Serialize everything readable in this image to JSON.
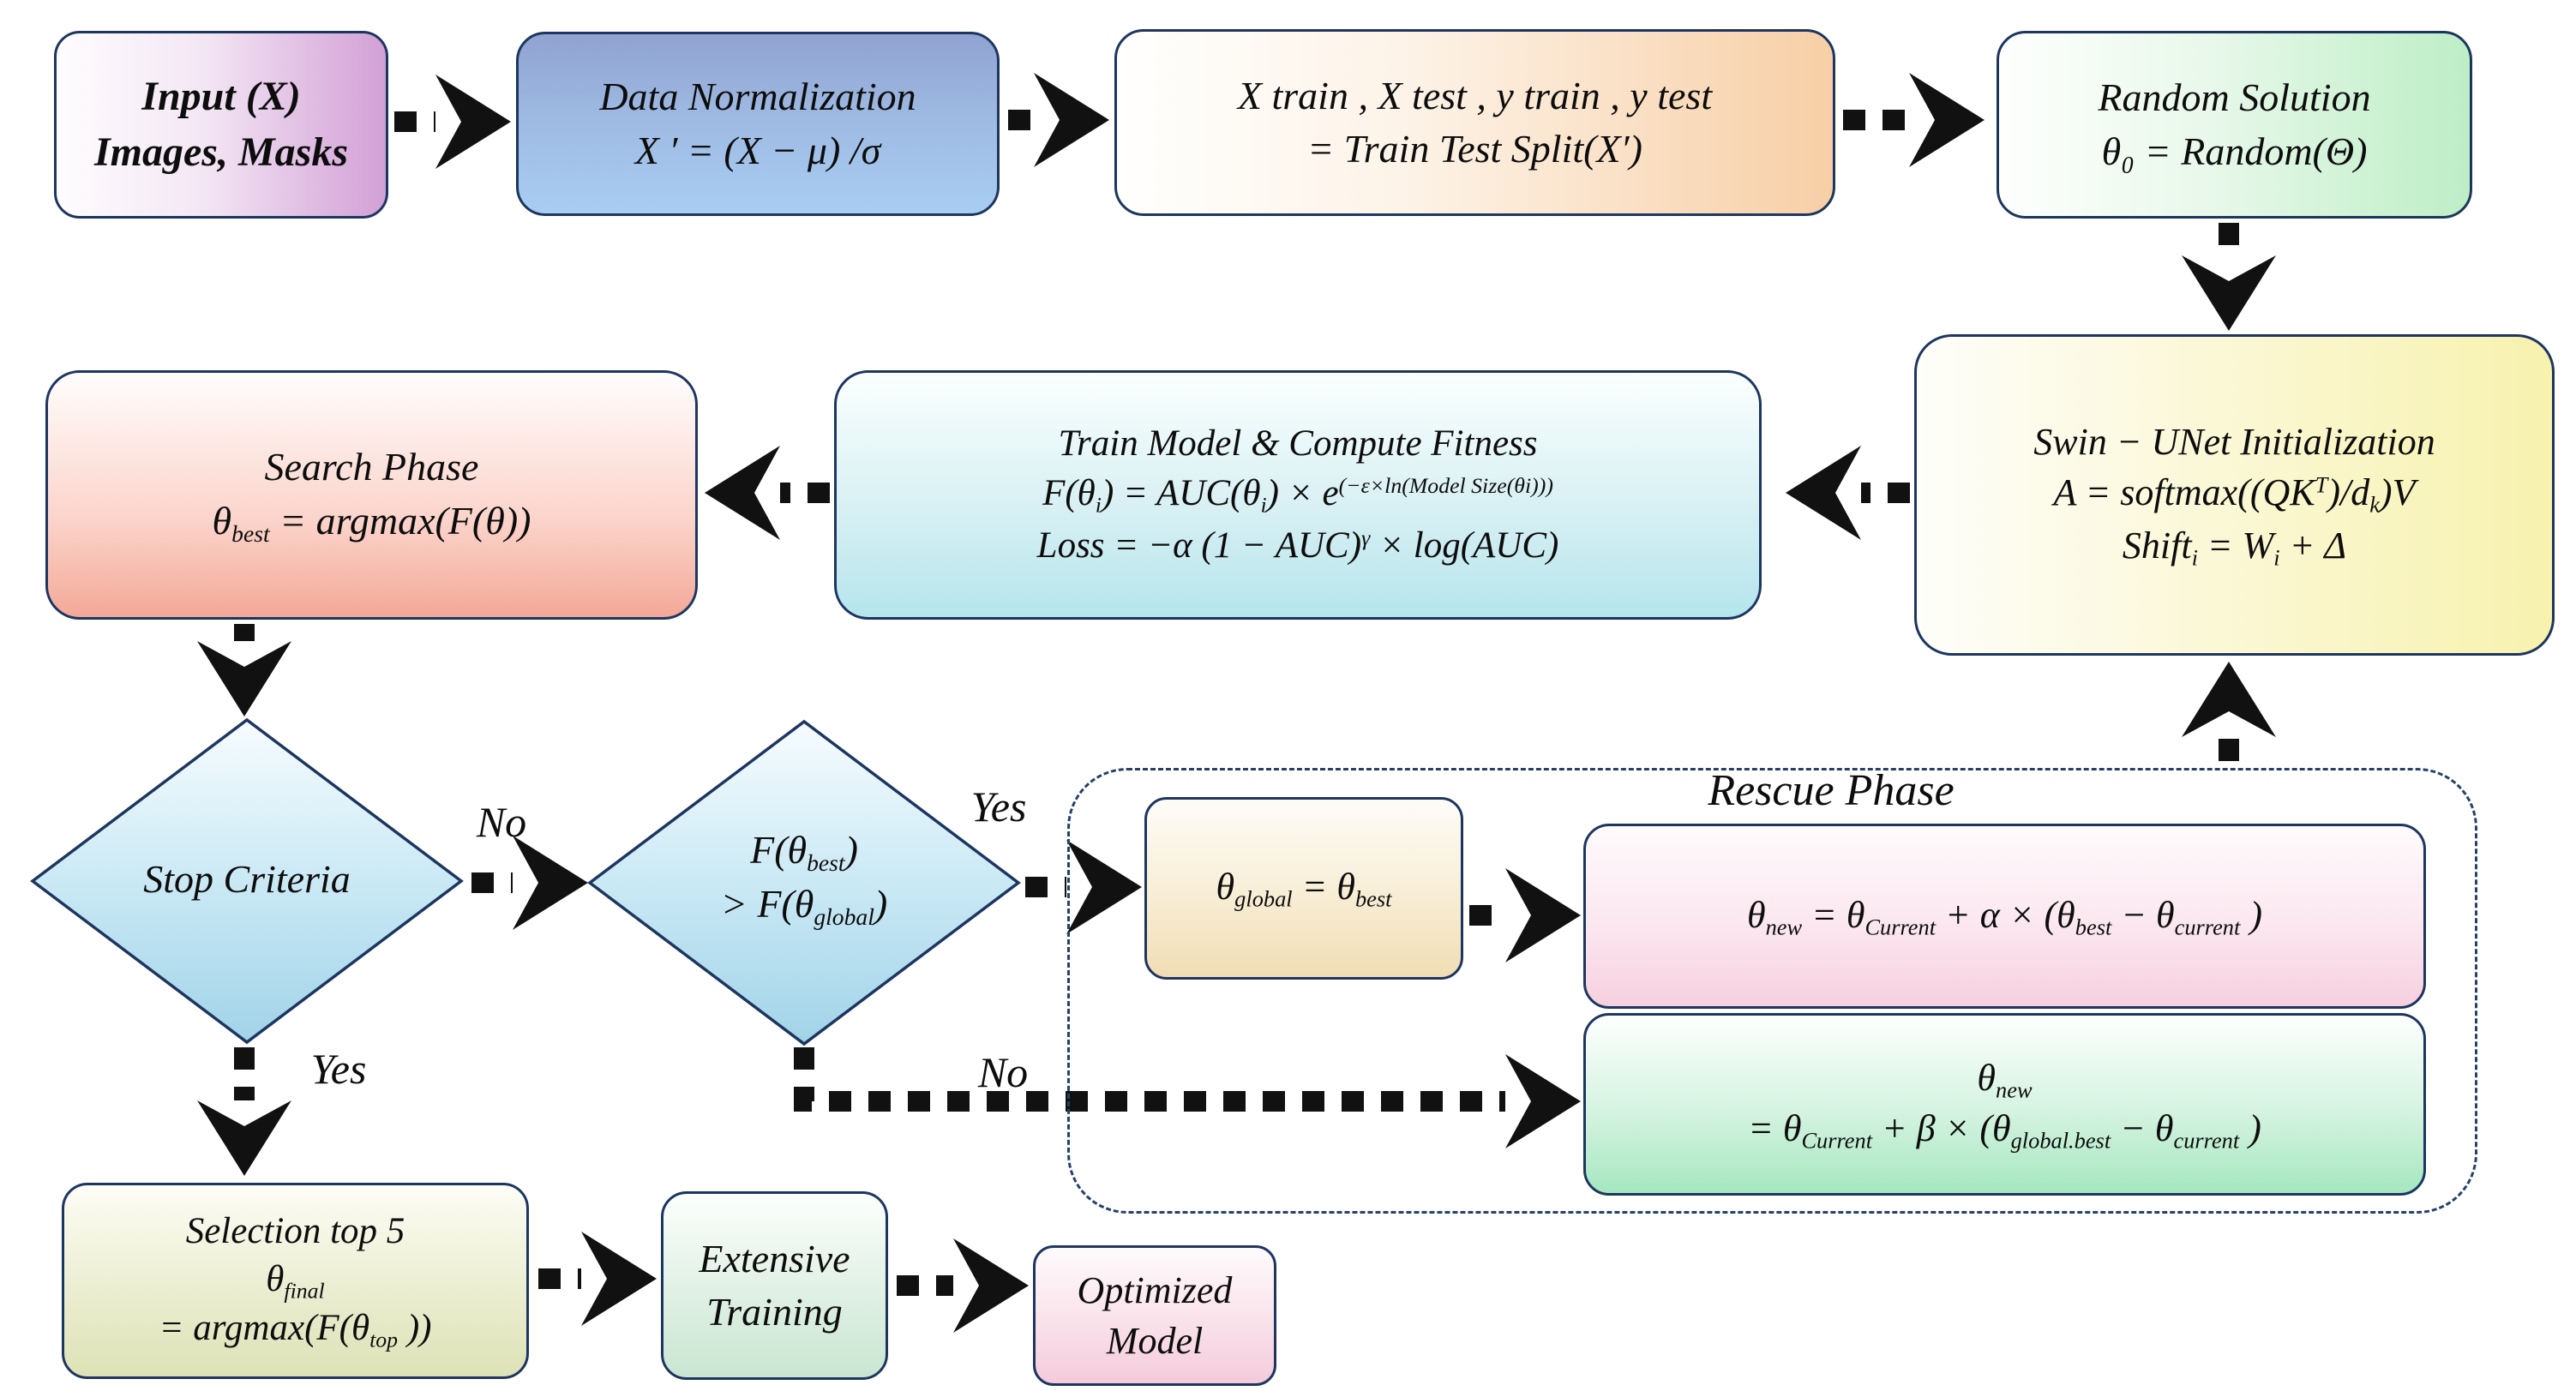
{
  "palette": {
    "border_navy": "#1d3660",
    "container_dash_navy": "#27406b",
    "arrow_black": "#111111",
    "diamond_fill_top": "#f7fcfe",
    "diamond_fill_bottom": "#a2d3e8",
    "input_gradient_end": "#d2a0d6",
    "datanorm_gradient_top": "#90a2d0",
    "datanorm_gradient_bottom": "#a9cdf2",
    "split_gradient_end": "#f7cfa6",
    "random_gradient_end": "#bdeec6",
    "swin_gradient_end": "#f7f2ae",
    "train_gradient_end": "#b5e5ec",
    "search_gradient_end": "#f3a897",
    "global_gradient_end": "#f1ddb4",
    "rescue_alpha_gradient_end": "#f6d0df",
    "rescue_beta_gradient_end": "#a5e7c0",
    "selection_gradient_end": "#dde2b6",
    "extensive_gradient_end": "#c9e6d2",
    "optimized_gradient_end": "#f4cbdb"
  },
  "nodes": {
    "input": {
      "line1": "Input (X)",
      "line2": "Images, Masks"
    },
    "data_normalization": {
      "line1": "Data Normalization",
      "line2": "X ′ =  (X − μ) /σ"
    },
    "train_test_split": {
      "line1": "X train , X test , y train , y test",
      "line2": "= Train Test Split(X′)"
    },
    "random_solution": {
      "line1": "Random Solution",
      "line2": "θ₀ = Random(Θ)"
    },
    "swin_unet": {
      "line1": "Swin − UNet Initialization",
      "formula_attention": [
        {
          "t": "A = softmax("
        },
        {
          "t": "(QK"
        },
        {
          "t": "T",
          "s": "sup"
        },
        {
          "t": ")/d"
        },
        {
          "t": "k",
          "s": "sub"
        },
        {
          "t": ")V"
        }
      ],
      "formula_shift": [
        {
          "t": "Shift"
        },
        {
          "t": "i",
          "s": "sub"
        },
        {
          "t": " = W"
        },
        {
          "t": "i",
          "s": "sub"
        },
        {
          "t": " + Δ"
        }
      ]
    },
    "train_fitness": {
      "line1": "Train Model & Compute Fitness",
      "formula_fitness": [
        {
          "t": "F(θ"
        },
        {
          "t": "i",
          "s": "sub"
        },
        {
          "t": ") = AUC(θ"
        },
        {
          "t": "i",
          "s": "sub"
        },
        {
          "t": ") × e"
        },
        {
          "t": "(−ε×ln(Model Size(θi)))",
          "s": "sup"
        }
      ],
      "formula_loss": [
        {
          "t": "Loss = −α (1 − AUC)"
        },
        {
          "t": "γ",
          "s": "sup"
        },
        {
          "t": " × log(AUC)"
        }
      ]
    },
    "search_phase": {
      "line1": "Search Phase",
      "formula": [
        {
          "t": "θ"
        },
        {
          "t": "best",
          "s": "sub"
        },
        {
          "t": " = argmax(F(θ))"
        }
      ]
    },
    "stop_criteria": {
      "label": "Stop Criteria"
    },
    "fitness_check": {
      "line1": [
        {
          "t": "F(θ"
        },
        {
          "t": "best",
          "s": "sub"
        },
        {
          "t": ")"
        }
      ],
      "line2": [
        {
          "t": "> F(θ"
        },
        {
          "t": "global",
          "s": "sub"
        },
        {
          "t": ")"
        }
      ]
    },
    "rescue_phase": {
      "title": "Rescue Phase"
    },
    "global_update": {
      "formula": [
        {
          "t": "θ"
        },
        {
          "t": "global",
          "s": "sub"
        },
        {
          "t": " = θ"
        },
        {
          "t": "best",
          "s": "sub"
        }
      ]
    },
    "rescue_alpha": {
      "formula": [
        {
          "t": "θ"
        },
        {
          "t": "new",
          "s": "sub"
        },
        {
          "t": " = θ"
        },
        {
          "t": "Current",
          "s": "sub"
        },
        {
          "t": " + α × (θ"
        },
        {
          "t": "best",
          "s": "sub"
        },
        {
          "t": " − θ"
        },
        {
          "t": "current",
          "s": "sub"
        },
        {
          "t": " )"
        }
      ]
    },
    "rescue_beta": {
      "line1": [
        {
          "t": "θ"
        },
        {
          "t": "new",
          "s": "sub"
        }
      ],
      "line2": [
        {
          "t": "= θ"
        },
        {
          "t": "Current",
          "s": "sub"
        },
        {
          "t": " + β × (θ"
        },
        {
          "t": "global.best",
          "s": "sub"
        },
        {
          "t": " − θ"
        },
        {
          "t": "current",
          "s": "sub"
        },
        {
          "t": " )"
        }
      ]
    },
    "selection": {
      "line1": "Selection top 5",
      "line2": [
        {
          "t": "θ"
        },
        {
          "t": "final",
          "s": "sub"
        }
      ],
      "line3": [
        {
          "t": "= argmax(F(θ"
        },
        {
          "t": "top",
          "s": "sub"
        },
        {
          "t": " ))"
        }
      ]
    },
    "extensive_training": {
      "line1": "Extensive",
      "line2": "Training"
    },
    "optimized_model": {
      "line1": "Optimized",
      "line2": "Model"
    }
  },
  "edge_labels": {
    "stop_no": "No",
    "stop_yes": "Yes",
    "fitness_yes": "Yes",
    "fitness_no": "No"
  }
}
